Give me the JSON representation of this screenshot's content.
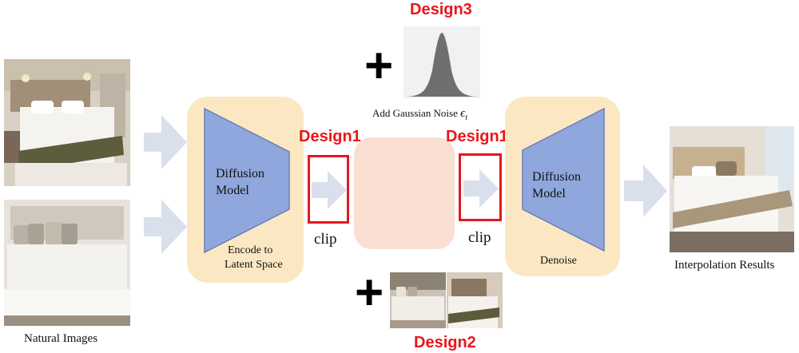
{
  "labels": {
    "natural_images": "Natural Images",
    "encode": "Encode to",
    "latent_space": "Latent Space",
    "diffusion_model_left": [
      "Diffusion",
      "Model"
    ],
    "diffusion_model_right": [
      "Diffusion",
      "Model"
    ],
    "denoise": "Denoise",
    "interpolation_results": "Interpolation Results",
    "add_gaussian_noise": "Add Gaussian Noise",
    "noise_symbol": "ϵ",
    "noise_subscript": "t",
    "clip_left": "clip",
    "clip_right": "clip",
    "plus_top": "+",
    "plus_bottom": "+"
  },
  "designs": {
    "design1_left": "Design1",
    "design1_right": "Design1",
    "design2": "Design2",
    "design3": "Design3"
  },
  "colors": {
    "panel": "#fbe7bf",
    "latent": "#f8dccd",
    "trapezoid": "#8fa7dd",
    "arrow": "#d9e0ec",
    "design_red": "#e8161c"
  }
}
